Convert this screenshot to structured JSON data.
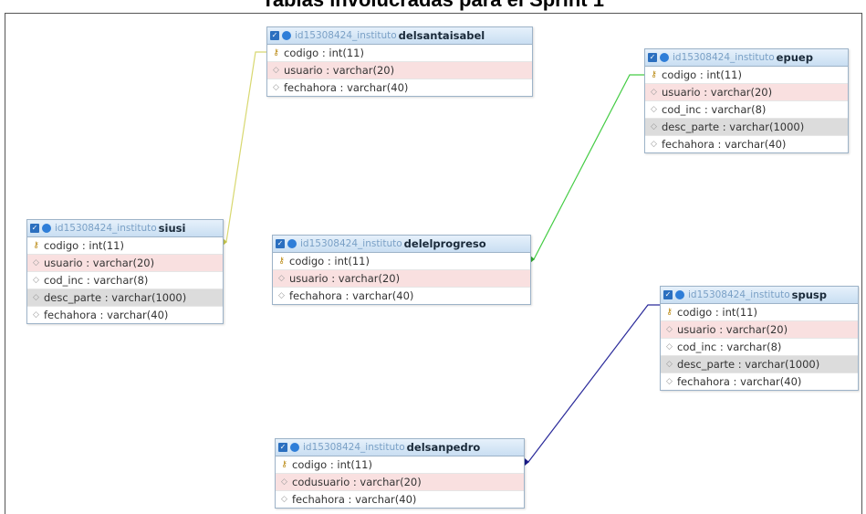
{
  "title": "Tablas involucradas para el Sprint 1",
  "colors": {
    "link_yellow": "#d8d870",
    "link_green": "#44cc44",
    "link_navy": "#2a2a9a"
  },
  "tables": [
    {
      "db": "id15308424_instituto",
      "name": "delsantaisabel",
      "columns": [
        {
          "text": "codigo : int(11)",
          "icon": "key-icon",
          "style": ""
        },
        {
          "text": "usuario : varchar(20)",
          "icon": "diamond-icon",
          "style": "pink"
        },
        {
          "text": "fechahora : varchar(40)",
          "icon": "diamond-icon",
          "style": ""
        }
      ]
    },
    {
      "db": "id15308424_instituto",
      "name": "epuep",
      "columns": [
        {
          "text": "codigo : int(11)",
          "icon": "key-icon",
          "style": ""
        },
        {
          "text": "usuario : varchar(20)",
          "icon": "diamond-icon",
          "style": "pink"
        },
        {
          "text": "cod_inc : varchar(8)",
          "icon": "diamond-icon",
          "style": ""
        },
        {
          "text": "desc_parte : varchar(1000)",
          "icon": "diamond-icon",
          "style": "grey"
        },
        {
          "text": "fechahora : varchar(40)",
          "icon": "diamond-icon",
          "style": ""
        }
      ]
    },
    {
      "db": "id15308424_instituto",
      "name": "siusi",
      "columns": [
        {
          "text": "codigo : int(11)",
          "icon": "key-icon",
          "style": ""
        },
        {
          "text": "usuario : varchar(20)",
          "icon": "diamond-icon",
          "style": "pink"
        },
        {
          "text": "cod_inc : varchar(8)",
          "icon": "diamond-icon",
          "style": ""
        },
        {
          "text": "desc_parte : varchar(1000)",
          "icon": "diamond-icon",
          "style": "grey"
        },
        {
          "text": "fechahora : varchar(40)",
          "icon": "diamond-icon",
          "style": ""
        }
      ]
    },
    {
      "db": "id15308424_instituto",
      "name": "delelprogreso",
      "columns": [
        {
          "text": "codigo : int(11)",
          "icon": "key-icon",
          "style": ""
        },
        {
          "text": "usuario : varchar(20)",
          "icon": "diamond-icon",
          "style": "pink"
        },
        {
          "text": "fechahora : varchar(40)",
          "icon": "diamond-icon",
          "style": ""
        }
      ]
    },
    {
      "db": "id15308424_instituto",
      "name": "spusp",
      "columns": [
        {
          "text": "codigo : int(11)",
          "icon": "key-icon",
          "style": ""
        },
        {
          "text": "usuario : varchar(20)",
          "icon": "diamond-icon",
          "style": "pink"
        },
        {
          "text": "cod_inc : varchar(8)",
          "icon": "diamond-icon",
          "style": ""
        },
        {
          "text": "desc_parte : varchar(1000)",
          "icon": "diamond-icon",
          "style": "grey"
        },
        {
          "text": "fechahora : varchar(40)",
          "icon": "diamond-icon",
          "style": ""
        }
      ]
    },
    {
      "db": "id15308424_instituto",
      "name": "delsanpedro",
      "columns": [
        {
          "text": "codigo : int(11)",
          "icon": "key-icon",
          "style": ""
        },
        {
          "text": "codusuario : varchar(20)",
          "icon": "diamond-icon",
          "style": "pink"
        },
        {
          "text": "fechahora : varchar(40)",
          "icon": "diamond-icon",
          "style": ""
        }
      ]
    }
  ]
}
